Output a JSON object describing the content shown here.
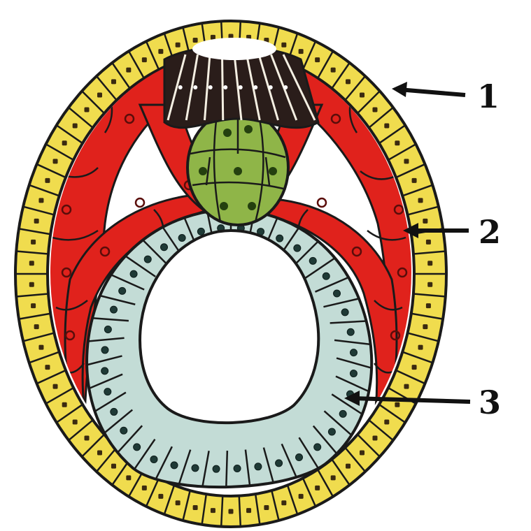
{
  "diagram": {
    "labels": [
      {
        "id": "1",
        "text": "1"
      },
      {
        "id": "2",
        "text": "2"
      },
      {
        "id": "3",
        "text": "3"
      }
    ],
    "colors": {
      "outer_layer": "#f0dc4e",
      "outer_layer_dark": "#c9a81e",
      "middle_cells": "#e0221c",
      "inner_cell_mass": "#8fb548",
      "inner_epithelium": "#c3dcd6",
      "polar_cap": "#2a1d1a",
      "outline": "#1a1a1a",
      "background": "#ffffff"
    }
  }
}
